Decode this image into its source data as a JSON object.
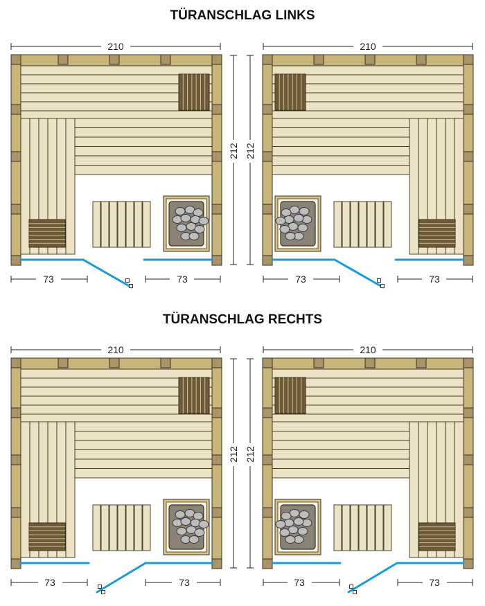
{
  "sections": [
    {
      "title": "TÜRANSCHLAG LINKS",
      "plans": [
        {
          "width_label": "210",
          "height_label": "212",
          "door_width_label": "73",
          "side_width_label": "73",
          "mirrored": false,
          "door_swing": "right"
        },
        {
          "width_label": "210",
          "height_label": "212",
          "door_width_label": "73",
          "side_width_label": "73",
          "mirrored": true,
          "door_swing": "right"
        }
      ]
    },
    {
      "title": "TÜRANSCHLAG RECHTS",
      "plans": [
        {
          "width_label": "210",
          "height_label": "212",
          "door_width_label": "73",
          "side_width_label": "73",
          "mirrored": false,
          "door_swing": "left"
        },
        {
          "width_label": "210",
          "height_label": "212",
          "door_width_label": "73",
          "side_width_label": "73",
          "mirrored": true,
          "door_swing": "left"
        }
      ]
    }
  ],
  "colors": {
    "wood_light": "#ece3c6",
    "wood_frame": "#c8b57a",
    "wood_post": "#a89466",
    "wood_dark": "#6e5a36",
    "outline": "#3a3120",
    "glass": "#1a9ad6",
    "stove_frame": "#d8c48a",
    "stove_box": "#8a8277",
    "stones": "#bdbdbd"
  }
}
